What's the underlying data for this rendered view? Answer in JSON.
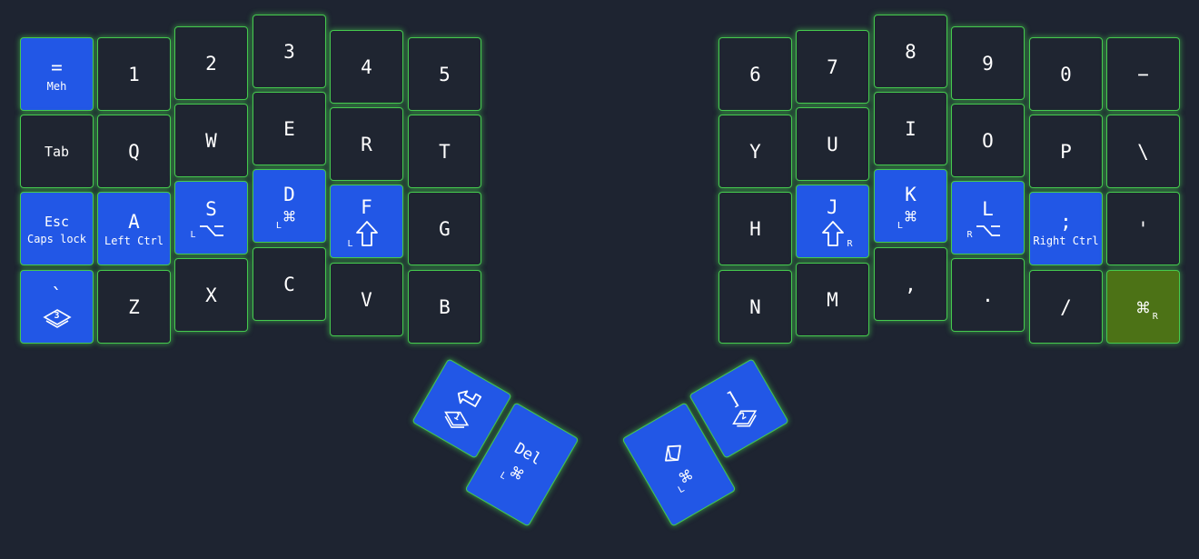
{
  "colors": {
    "background": "#1e2431",
    "key_default": "#1f2531",
    "key_blue": "#2257e6",
    "key_olive": "#4c7216",
    "glow": "#45c94e"
  },
  "left": {
    "row0": [
      {
        "main": "=",
        "sub": "Meh"
      },
      {
        "main": "1"
      },
      {
        "main": "2"
      },
      {
        "main": "3"
      },
      {
        "main": "4"
      },
      {
        "main": "5"
      }
    ],
    "row1": [
      {
        "main": "Tab"
      },
      {
        "main": "Q"
      },
      {
        "main": "W"
      },
      {
        "main": "E"
      },
      {
        "main": "R"
      },
      {
        "main": "T"
      }
    ],
    "row2": [
      {
        "main": "Esc",
        "sub": "Caps lock"
      },
      {
        "main": "A",
        "sub": "Left Ctrl"
      },
      {
        "main": "S",
        "icon": "option-icon",
        "side": "L"
      },
      {
        "main": "D",
        "icon": "command-icon",
        "side": "L"
      },
      {
        "main": "F",
        "icon": "shift-arrow-icon",
        "side": "L"
      },
      {
        "main": "G"
      }
    ],
    "row3": [
      {
        "main": "`",
        "icon": "layer-icon",
        "layer": "3"
      },
      {
        "main": "Z"
      },
      {
        "main": "X"
      },
      {
        "main": "C"
      },
      {
        "main": "V"
      },
      {
        "main": "B"
      }
    ],
    "thumb": [
      {
        "icon": "enter-icon",
        "icon2": "layer-icon",
        "layer": "1"
      },
      {
        "main": "Del",
        "icon": "command-icon",
        "side": "L"
      }
    ]
  },
  "right": {
    "row0": [
      {
        "main": "6"
      },
      {
        "main": "7"
      },
      {
        "main": "8"
      },
      {
        "main": "9"
      },
      {
        "main": "0"
      },
      {
        "main": "−"
      }
    ],
    "row1": [
      {
        "main": "Y"
      },
      {
        "main": "U"
      },
      {
        "main": "I"
      },
      {
        "main": "O"
      },
      {
        "main": "P"
      },
      {
        "main": "\\"
      }
    ],
    "row2": [
      {
        "main": "H"
      },
      {
        "main": "J",
        "icon": "shift-arrow-icon",
        "side": "R"
      },
      {
        "main": "K",
        "icon": "command-icon",
        "side": "L"
      },
      {
        "main": "L",
        "icon": "option-icon",
        "side": "R"
      },
      {
        "main": ";",
        "sub": "Right Ctrl"
      },
      {
        "main": "'"
      }
    ],
    "row3": [
      {
        "main": "N"
      },
      {
        "main": "M"
      },
      {
        "main": ","
      },
      {
        "main": "."
      },
      {
        "main": "/"
      },
      {
        "icon": "command-icon",
        "side": "R"
      }
    ],
    "thumb": [
      {
        "icon": "eraser-icon",
        "icon2": "command-icon",
        "side": "L"
      },
      {
        "main": "]",
        "icon": "layer-icon",
        "layer": "2"
      }
    ]
  }
}
